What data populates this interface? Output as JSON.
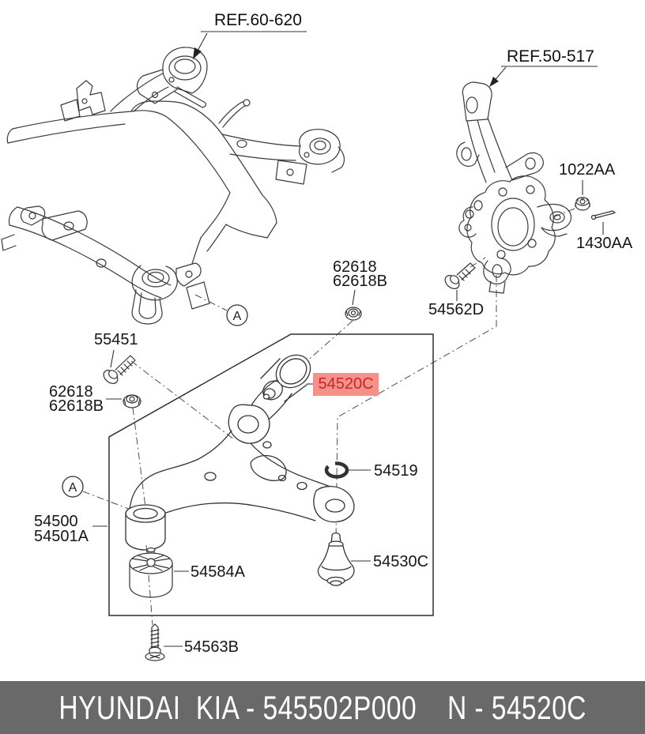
{
  "diagram": {
    "refs": {
      "subframe": "REF.60-620",
      "knuckle": "REF.50-517"
    },
    "parts": {
      "castle_nut": "1022AA",
      "cotter_pin": "1430AA",
      "knuckle_bolt": "54562D",
      "nut_top_line1": "62618",
      "nut_top_line2": "62618B",
      "front_bolt": "55451",
      "nut_left_line1": "62618",
      "nut_left_line2": "62618B",
      "snap_ring": "54519",
      "arm_line1": "54500",
      "arm_line2": "54501A",
      "rear_bushing": "54584A",
      "ball_joint": "54530C",
      "arm_bolt": "54563B"
    },
    "detail_marker": "A",
    "highlight": {
      "label": "54520C",
      "background": "#f6918a",
      "text_color": "#c22a2a"
    }
  },
  "footer": {
    "text": "HYUNDAI  KIA - 545502P000    N - 54520C",
    "background": "#696969",
    "text_color": "#ffffff"
  }
}
